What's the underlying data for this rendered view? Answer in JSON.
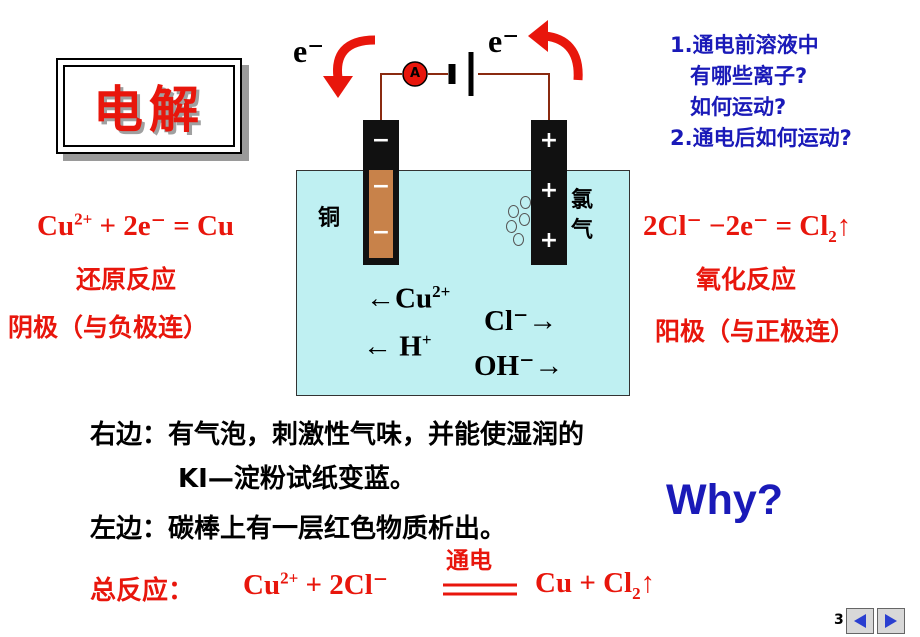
{
  "title": "电解",
  "questions": {
    "q1_line1": "1.通电前溶液中",
    "q1_line2": "有哪些离子?",
    "q1_line3": "如何运动?",
    "q2": "2.通电后如何运动?"
  },
  "electron_left": "e⁻",
  "electron_right": "e⁻",
  "ammeter_label": "A",
  "cathode": {
    "label": "铜",
    "signs": [
      "−",
      "−",
      "−"
    ],
    "equation_lhs": "Cu",
    "equation_sup": "2+",
    "equation_rest": " + 2e⁻ = Cu",
    "reaction_type": "还原反应",
    "pole": "阴极（与负极连）"
  },
  "anode": {
    "label_line1": "氯",
    "label_line2": "气",
    "signs": [
      "+",
      "+",
      "+"
    ],
    "equation_main": "2Cl⁻ −2e⁻ = Cl",
    "equation_sub": "2",
    "equation_arrow": "↑",
    "reaction_type": "氧化反应",
    "pole": "阳极（与正极连）"
  },
  "ions": {
    "cu": "←Cu",
    "cu_sup": "2+",
    "h": "← H",
    "h_sup": "+",
    "cl": "Cl⁻→",
    "oh": "OH⁻→"
  },
  "observations": {
    "right_line1": "右边：有气泡，刺激性气味，并能使湿润的",
    "right_line2": "KI—淀粉试纸变蓝。",
    "left": "左边：碳棒上有一层红色物质析出。"
  },
  "why": "Why?",
  "overall": {
    "label": "总反应：",
    "lhs": "Cu",
    "lhs_sup": "2+",
    "lhs_rest": " + 2Cl⁻",
    "condition": "通电",
    "rhs": "Cu + Cl",
    "rhs_sub": "2",
    "rhs_arrow": "↑"
  },
  "page_number": "3",
  "nav": {
    "prev_icon": "triangle-left-icon",
    "next_icon": "triangle-right-icon"
  },
  "colors": {
    "red": "#e8160c",
    "blue": "#1a1ab8",
    "solution": "#bff0f2",
    "copper": "#c8824a",
    "arrow": "#e8160c"
  }
}
